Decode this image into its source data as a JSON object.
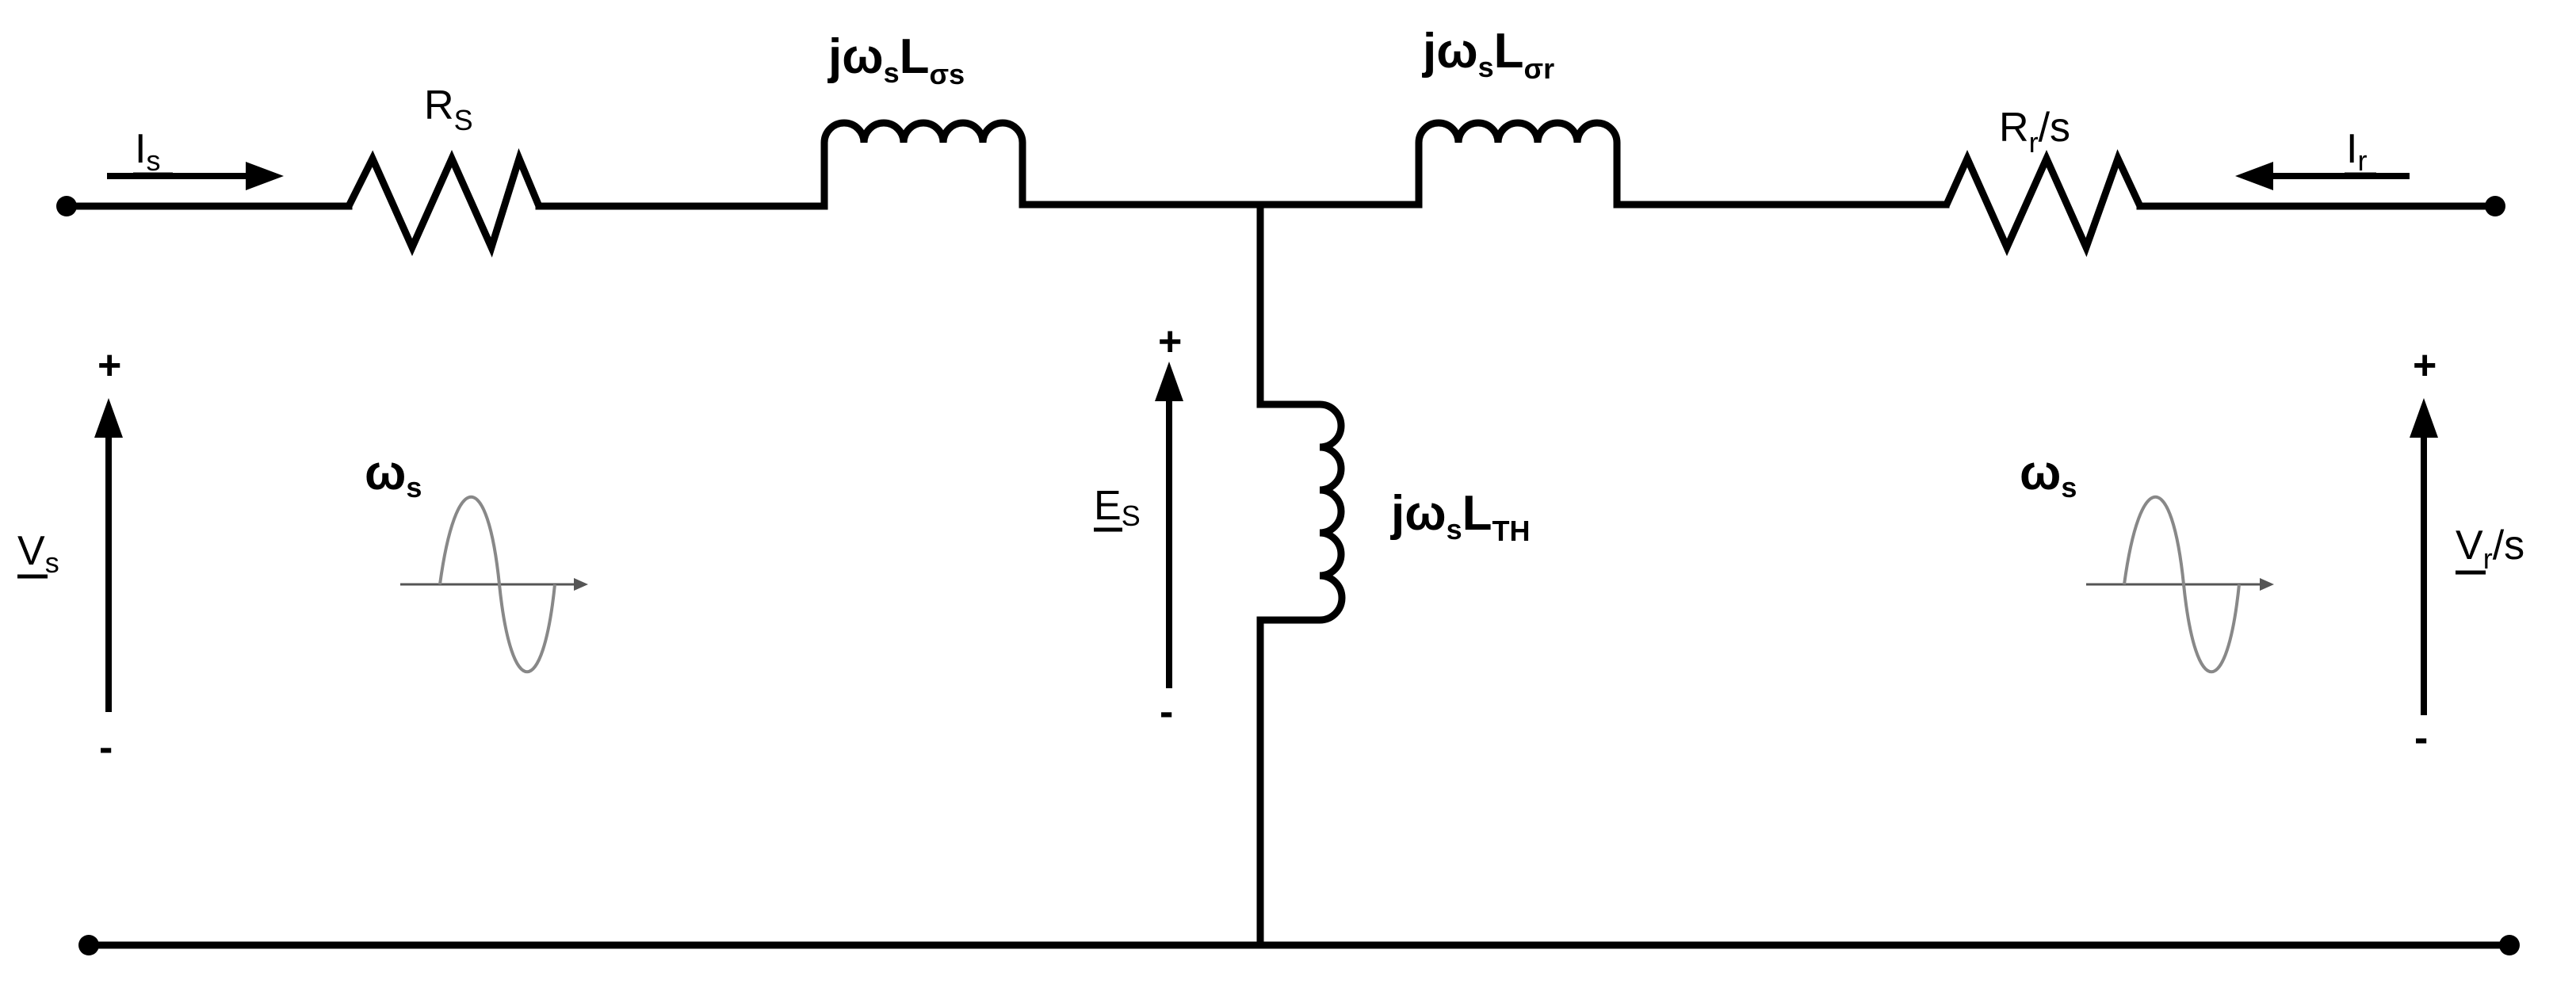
{
  "labels": {
    "rs_main": "R",
    "rs_sub": "S",
    "lss_main": "jω",
    "lss_ws": "s",
    "lss_L": "L",
    "lss_sub": "σs",
    "lsr_main": "jω",
    "lsr_ws": "s",
    "lsr_L": "L",
    "lsr_sub": "σr",
    "rr_main": "R",
    "rr_sub": "r",
    "rr_tail": "/s",
    "lth_main": "jω",
    "lth_ws": "s",
    "lth_L": "L",
    "lth_sub": "TH",
    "is_main": "I",
    "is_sub": "s",
    "ir_main": "I",
    "ir_sub": "r",
    "vs_main": "V",
    "vs_sub": "s",
    "vr_main": "V",
    "vr_sub": "r",
    "vr_tail": "/s",
    "es_main": "E",
    "es_sub": "S",
    "ws_left_main": "ω",
    "ws_left_sub": "s",
    "ws_right_main": "ω",
    "ws_right_sub": "s",
    "plus": "+",
    "minus": "-"
  }
}
